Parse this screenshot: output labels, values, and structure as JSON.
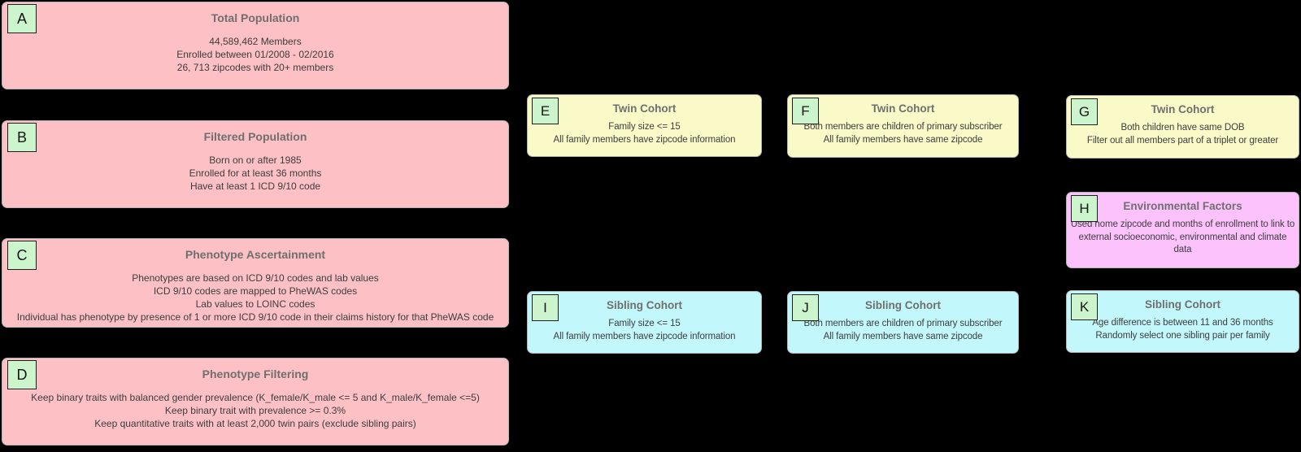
{
  "diagram": {
    "background": "#000000",
    "colors": {
      "population_box": "#fcc0c5",
      "twin_cohort_box": "#fafac8",
      "sibling_cohort_box": "#c2f7fc",
      "environmental_box": "#fcc2fc",
      "label_badge": "#cdf5cd",
      "box_border": "#b5b5b5",
      "title_text": "#6f6f6f",
      "body_text": "#3d3d3d"
    },
    "boxes": {
      "A": {
        "label": "A",
        "title": "Total Population",
        "lines": [
          "44,589,462 Members",
          "Enrolled between 01/2008 - 02/2016",
          "26, 713 zipcodes with 20+ members"
        ]
      },
      "B": {
        "label": "B",
        "title": "Filtered Population",
        "lines": [
          "Born on or after 1985",
          "Enrolled for at least 36 months",
          "Have at least 1 ICD 9/10 code"
        ]
      },
      "C": {
        "label": "C",
        "title": "Phenotype Ascertainment",
        "lines": [
          "Phenotypes are based on ICD 9/10 codes and lab values",
          "ICD 9/10 codes are mapped to PheWAS codes",
          "Lab values to LOINC codes",
          "Individual has phenotype by presence of 1 or more ICD 9/10 code in their claims history for that PheWAS code"
        ]
      },
      "D": {
        "label": "D",
        "title": "Phenotype Filtering",
        "lines": [
          "Keep binary traits with balanced gender prevalence (K_female/K_male <= 5 and K_male/K_female <=5)",
          "Keep binary trait with prevalence >= 0.3%",
          "Keep quantitative traits with at least 2,000 twin pairs (exclude sibling pairs)"
        ]
      },
      "E": {
        "label": "E",
        "title": "Twin Cohort",
        "lines": [
          "Family size <= 15",
          "All family members have zipcode information"
        ]
      },
      "F": {
        "label": "F",
        "title": "Twin Cohort",
        "lines": [
          "Both members are children of primary subscriber",
          "All family members have same zipcode"
        ]
      },
      "G": {
        "label": "G",
        "title": "Twin Cohort",
        "lines": [
          "Both children have same DOB",
          "Filter out all members part of a triplet or greater"
        ]
      },
      "H": {
        "label": "H",
        "title": "Environmental Factors",
        "lines": [
          "Used home zipcode and months of enrollment to link to external socioeconomic, environmental and climate data"
        ]
      },
      "I": {
        "label": "I",
        "title": "Sibling Cohort",
        "lines": [
          "Family size <= 15",
          "All family members have zipcode information"
        ]
      },
      "J": {
        "label": "J",
        "title": "Sibling Cohort",
        "lines": [
          "Both members are children of primary subscriber",
          "All family members have same zipcode"
        ]
      },
      "K": {
        "label": "K",
        "title": "Sibling Cohort",
        "lines": [
          "Age difference is between 11 and 36 months",
          "Randomly select one sibling pair per family"
        ]
      }
    }
  }
}
